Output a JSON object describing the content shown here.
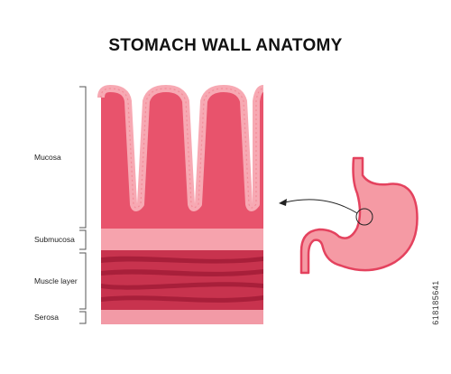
{
  "title": "STOMACH WALL ANATOMY",
  "labels": {
    "mucosa": "Mucosa",
    "submucosa": "Submucosa",
    "muscle_layer": "Muscle layer",
    "serosa": "Serosa"
  },
  "side_code": "618185641",
  "colors": {
    "mucosa": "#e8536c",
    "mucosa_edge": "#f28b98",
    "lining": "#f7a9b3",
    "submucosa": "#f6a3ad",
    "muscle": "#c8334e",
    "muscle_fiber": "#a81f3a",
    "serosa": "#f29aa6",
    "stomach_fill": "#f59aa4",
    "stomach_outline": "#e4425e",
    "bracket": "#555555"
  },
  "icons": {
    "stomach": "stomach-icon",
    "pointer": "arrow-icon"
  }
}
